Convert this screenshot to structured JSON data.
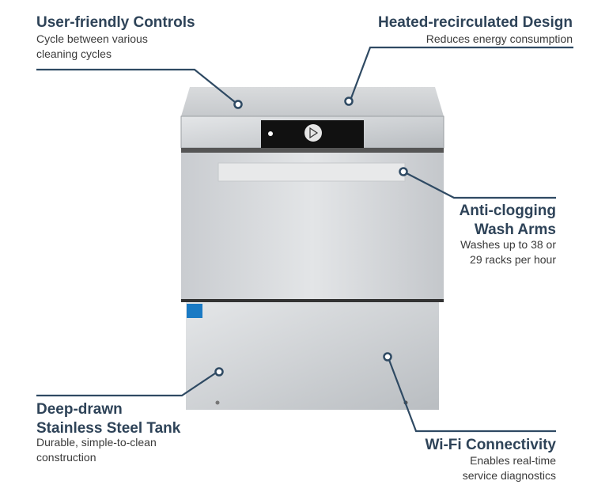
{
  "callouts": [
    {
      "title": "User-friendly Controls",
      "desc": [
        "Cycle between various",
        "cleaning cycles"
      ]
    },
    {
      "title": "Heated-recirculated Design",
      "desc": [
        "Reduces energy consumption"
      ]
    },
    {
      "title": [
        "Anti-clogging",
        "Wash Arms"
      ],
      "desc": [
        "Washes up to 38 or",
        "29 racks per hour"
      ]
    },
    {
      "title": [
        "Deep-drawn",
        "Stainless Steel Tank"
      ],
      "desc": [
        "Durable, simple-to-clean",
        "construction"
      ]
    },
    {
      "title": "Wi-Fi Connectivity",
      "desc": [
        "Enables real-time",
        "service diagnostics"
      ]
    }
  ],
  "colors": {
    "heading": "#2e4358",
    "line": "#2f4a63"
  }
}
